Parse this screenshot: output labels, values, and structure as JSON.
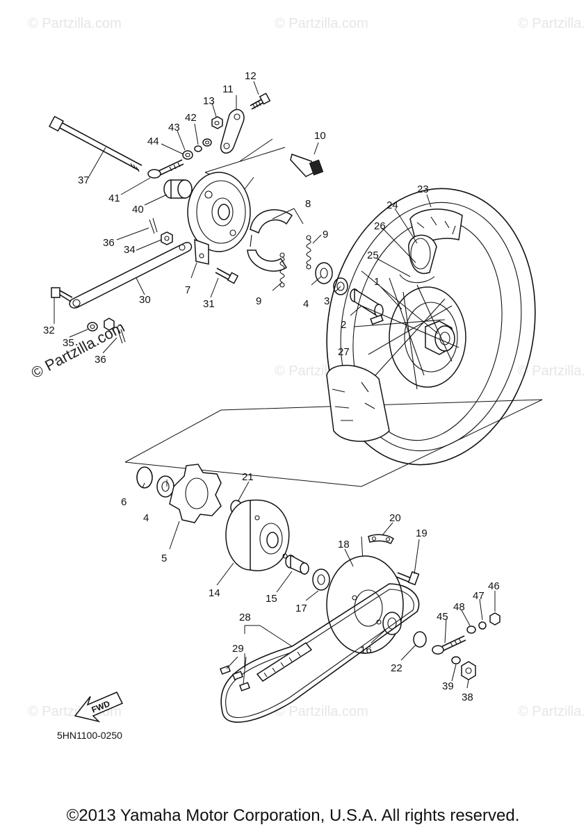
{
  "watermarks": {
    "light": "© Partzilla.com",
    "vertical": "© Partzilla.com"
  },
  "diagram_code": "5HN1100-0250",
  "fwd_label": "FWD",
  "copyright": "©2013 Yamaha Motor Corporation, U.S.A. All rights reserved.",
  "callouts": [
    "1",
    "2",
    "3",
    "4",
    "5",
    "6",
    "7",
    "8",
    "9",
    "10",
    "11",
    "12",
    "13",
    "14",
    "15",
    "16",
    "17",
    "18",
    "19",
    "20",
    "21",
    "22",
    "23",
    "24",
    "25",
    "26",
    "27",
    "28",
    "29",
    "30",
    "31",
    "32",
    "34",
    "35",
    "36",
    "37",
    "38",
    "39",
    "40",
    "41",
    "42",
    "43",
    "44",
    "45",
    "46",
    "47",
    "48"
  ],
  "colors": {
    "line": "#111111",
    "watermark": "#e6e6e6",
    "background": "#ffffff"
  }
}
